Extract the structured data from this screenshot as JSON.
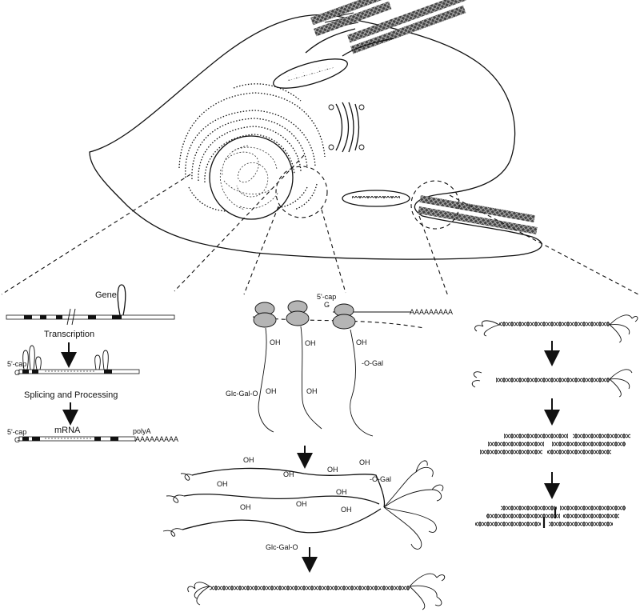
{
  "labels": {
    "gene": "Gene",
    "transcription": "Transcription",
    "cap_1": "5'-cap",
    "g_1": "G",
    "splicing": "Splicing and Processing",
    "cap_2": "5'-cap",
    "g_2": "G",
    "mrna": "mRNA",
    "polya": "polyA",
    "polya_tail_1": "AAAAAAAAA",
    "cap_3": "5'-cap",
    "g_3": "G",
    "polya_tail_2": "AAAAAAAAA",
    "oh": "OH",
    "o_gal": "-O-Gal",
    "glc_gal_o": "Glc-Gal-O"
  },
  "colors": {
    "line": "#111111",
    "ribosome": "#b5b5b5",
    "exon": "#111111",
    "fibril": "#555555"
  },
  "icons": [
    "down-arrow-icon",
    "ribosome-icon",
    "triple-helix-icon",
    "collagen-fibril-icon"
  ]
}
